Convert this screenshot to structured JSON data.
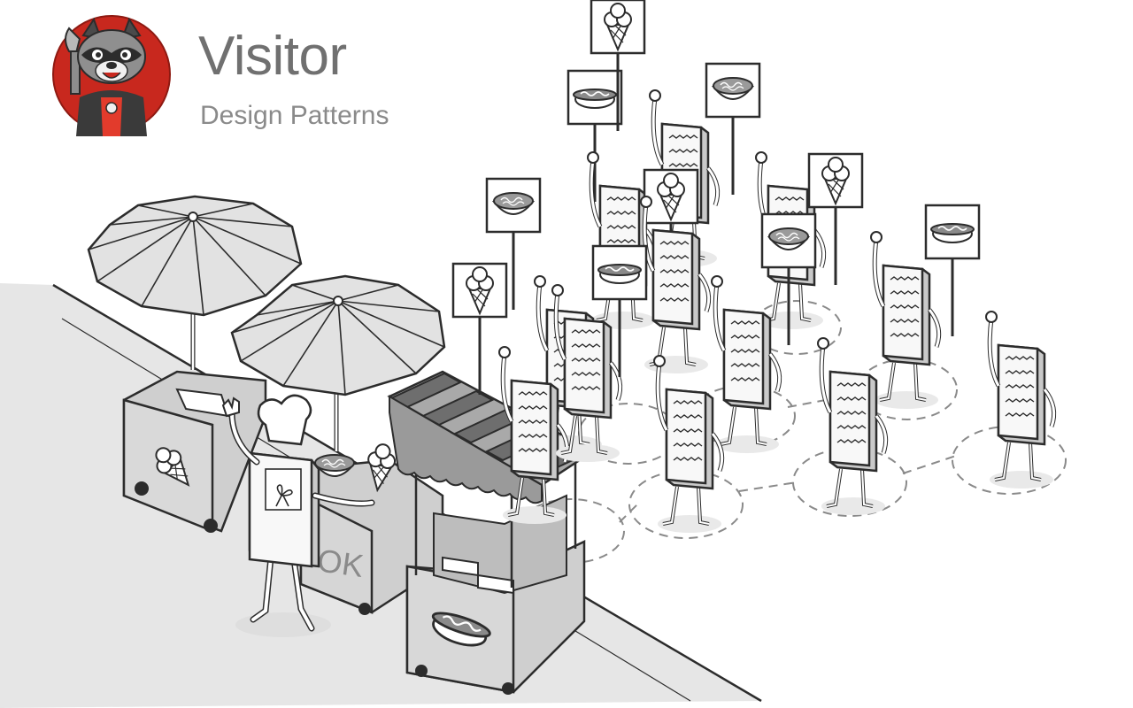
{
  "header": {
    "title": "Visitor",
    "subtitle": "Design Patterns"
  },
  "scene": {
    "cart_letters": "OK",
    "signs": [
      "ice-cream-icon",
      "hot-dog-icon",
      "noodles-icon"
    ],
    "icons": {
      "mascot": "raccoon-mascot-icon",
      "umbrella": "umbrella-icon",
      "document": "document-character-icon"
    }
  },
  "colors": {
    "title_text": "#707070",
    "subtitle_text": "#8a8a8a",
    "line": "#2c2c2c",
    "pavement": "#e6e6e6",
    "mascot_red": "#c8281e",
    "cart_gray": "#cfcfcf",
    "awning_dark": "#6e6e6e",
    "awning_light": "#a9a9a9",
    "paper": "#f6f6f6"
  }
}
